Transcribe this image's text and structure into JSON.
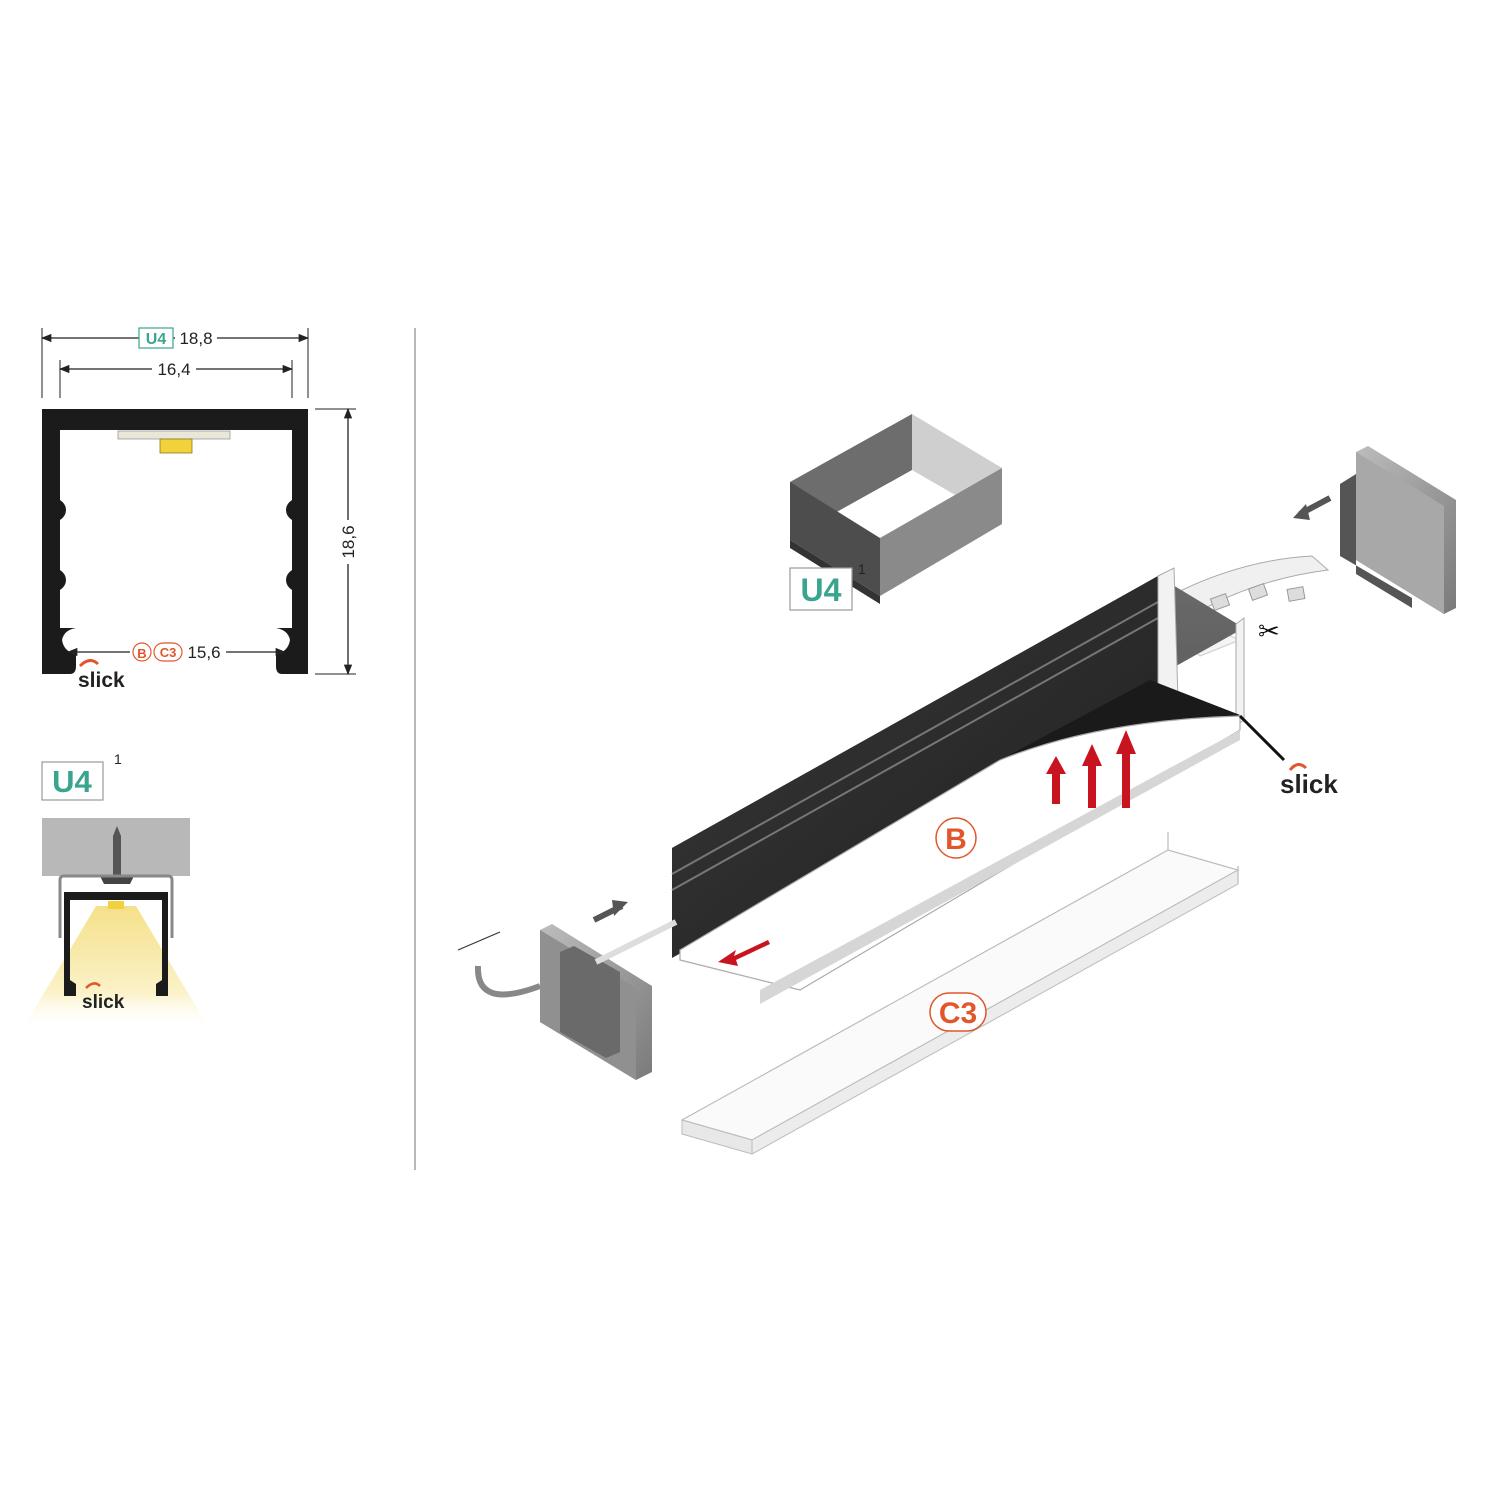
{
  "profile": {
    "width_label": "18,8",
    "inner_width_label": "16,4",
    "height_label": "18,6",
    "opening_label": "15,6",
    "code": "U4"
  },
  "legend": {
    "mount_code": "U4",
    "mount_count": "1",
    "diffuser_codes": [
      "B",
      "C3"
    ]
  },
  "exploded": {
    "mount_code": "U4",
    "mount_count": "1",
    "diffuser_b": "B",
    "diffuser_c3": "C3"
  },
  "brand": {
    "name": "slick"
  },
  "colors": {
    "profile_black": "#1b1b1b",
    "alu_dark": "#5a5a5a",
    "accent_green": "#3aa58f",
    "accent_orange": "#e2562c",
    "arrow_red": "#c8141e",
    "led_yellow": "#f2d23a"
  }
}
